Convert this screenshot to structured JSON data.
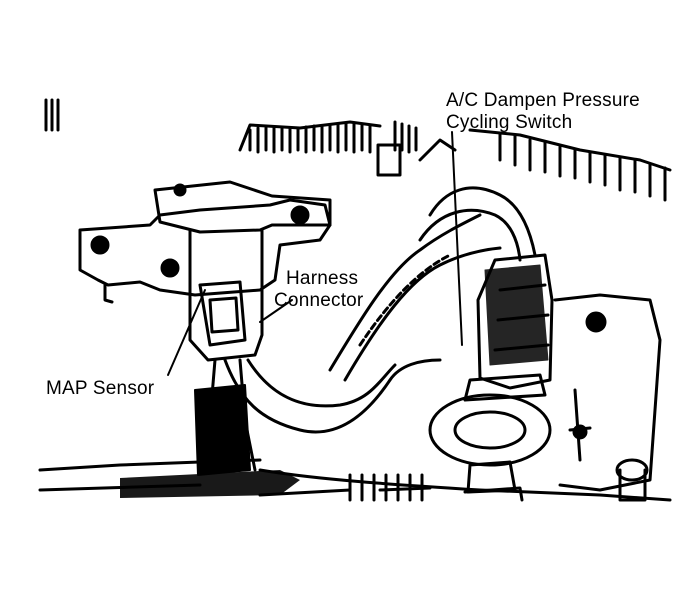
{
  "labels": {
    "ac_switch_line1": "A/C Dampen Pressure",
    "ac_switch_line2": "Cycling Switch",
    "harness_line1": "Harness",
    "harness_line2": "Connector",
    "map_sensor": "MAP Sensor"
  },
  "colors": {
    "ink": "#000000",
    "paper": "#ffffff"
  }
}
